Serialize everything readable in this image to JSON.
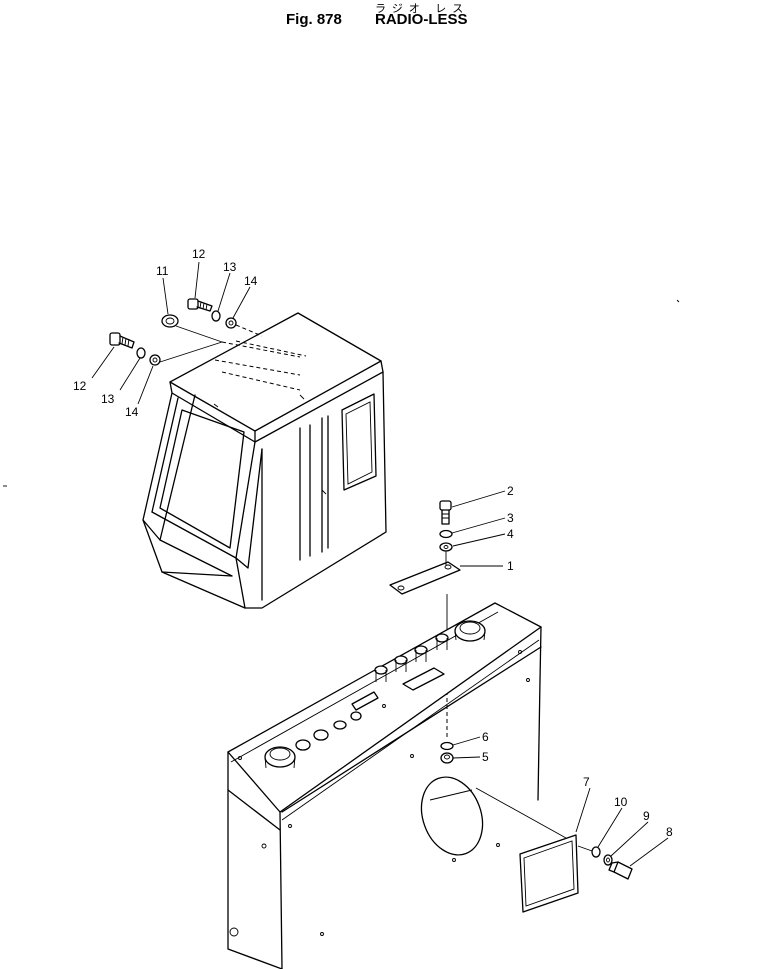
{
  "header": {
    "kana": "ラジオ レス",
    "figure": "Fig. 878",
    "title": "RADIO-LESS"
  },
  "callouts": {
    "n1": "1",
    "n2": "2",
    "n3": "3",
    "n4": "4",
    "n5": "5",
    "n6": "6",
    "n7": "7",
    "n8": "8",
    "n9": "9",
    "n10": "10",
    "n11": "11",
    "n12": "12",
    "n13": "13",
    "n14": "14"
  }
}
